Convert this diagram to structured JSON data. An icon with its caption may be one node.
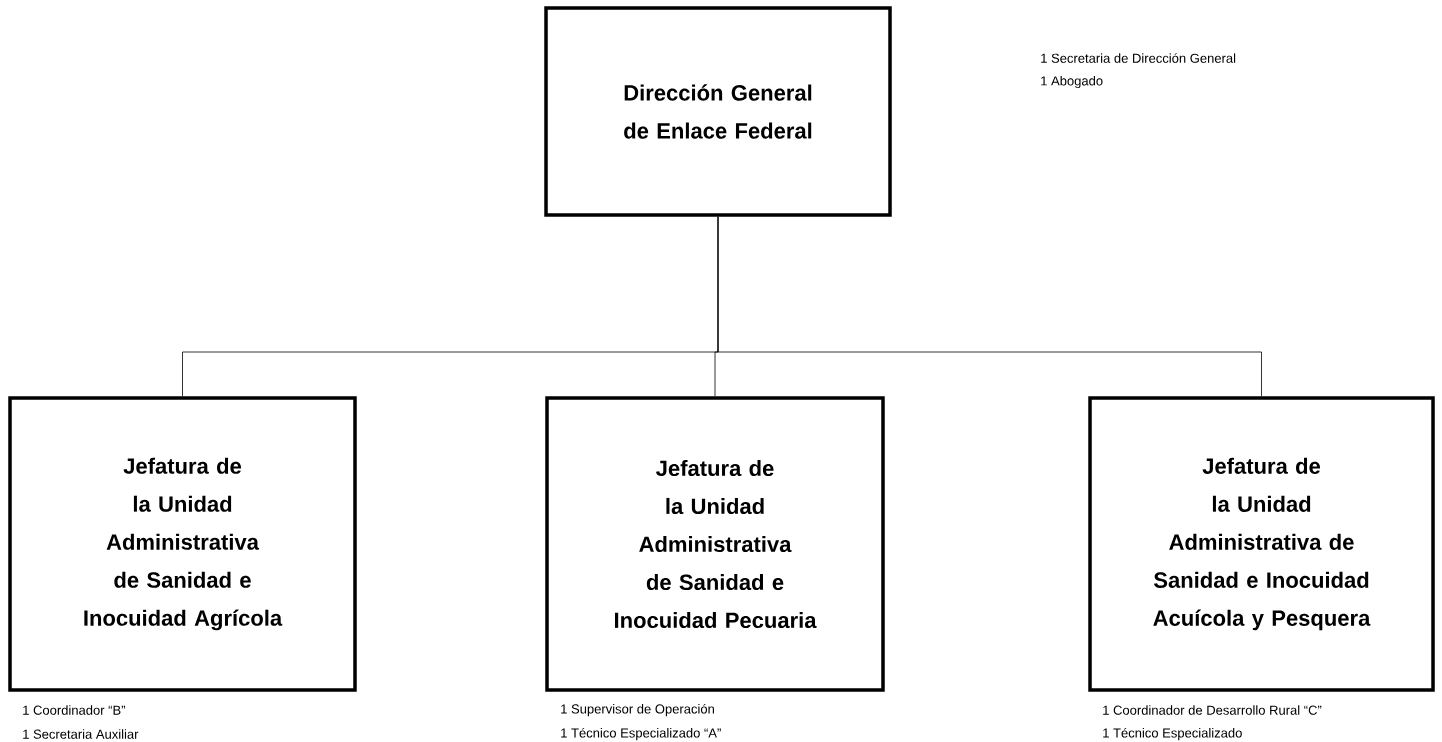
{
  "diagram": {
    "nodes": [
      {
        "text": [
          "Dirección General de Enlace Federal"
        ],
        "beside": [
          "1 Secretaria de Dirección General",
          "1 Abogado"
        ]
      },
      {
        "text": [
          "Jefatura de la Unidad Administrativa de Sanidad e Inocuidad Agrícola"
        ],
        "beside": [
          "1 Coordinador “B”",
          "1 Secretaria Auxiliar"
        ]
      },
      {
        "text": [
          "Jefatura de la Unidad Administrativa de Sanidad e Inocuidad Pecuaria"
        ],
        "beside": [
          "1 Supervisor de Operación",
          "1 Técnico Especializado “A”"
        ]
      },
      {
        "text": [
          "Jefatura de la Unidad Administrativa de Sanidad e Inocuidad Acuícola y Pesquera"
        ],
        "beside": [
          "1 Coordinador de Desarrollo Rural “C”",
          "1 Técnico Especializado"
        ]
      }
    ],
    "edges": [
      {
        "from": 0,
        "to": 1,
        "arrow": "none"
      },
      {
        "from": 0,
        "to": 2,
        "arrow": "none"
      },
      {
        "from": 0,
        "to": 3,
        "arrow": "none"
      }
    ]
  }
}
